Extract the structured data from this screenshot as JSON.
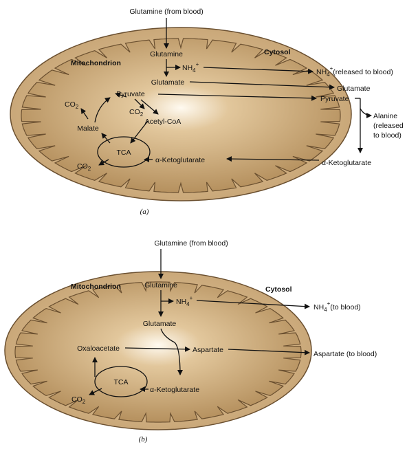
{
  "panel_a": {
    "caption": "(a)",
    "mitochondrion_label": "Mitochondrion",
    "cytosol_label": "Cytosol",
    "glutamine_blood": "Glutamine (from blood)",
    "glutamine": "Glutamine",
    "nh4_inner": "NH",
    "nh4_inner_sub": "4",
    "nh4_inner_sup": "+",
    "nh4_outer": "NH",
    "nh4_outer_sub": "4",
    "nh4_outer_sup": "+",
    "nh4_outer_suffix": "(released to blood)",
    "glutamate_inner": "Glutamate",
    "glutamate_outer": "Glutamate",
    "pyruvate_inner": "Pyruvate",
    "pyruvate_outer": "Pyruvate",
    "co2_1": "CO",
    "co2_2": "CO",
    "co2_3": "CO",
    "co2_sub": "2",
    "malate": "Malate",
    "acetyl_coa": "Acetyl-CoA",
    "tca": "TCA",
    "akg_inner": "α-Ketoglutarate",
    "akg_outer": "α-Ketoglutarate",
    "alanine_1": "Alanine",
    "alanine_2": "(released",
    "alanine_3": "to blood)"
  },
  "panel_b": {
    "caption": "(b)",
    "mitochondrion_label": "Mitochondrion",
    "cytosol_label": "Cytosol",
    "glutamine_blood": "Glutamine (from blood)",
    "glutamine": "Glutamine",
    "nh4_inner": "NH",
    "nh4_inner_sub": "4",
    "nh4_inner_sup": "+",
    "nh4_outer": "NH",
    "nh4_outer_sub": "4",
    "nh4_outer_sup": "+",
    "nh4_outer_suffix": "(to blood)",
    "glutamate": "Glutamate",
    "oxaloacetate": "Oxaloacetate",
    "aspartate_inner": "Aspartate",
    "aspartate_outer": "Aspartate (to blood)",
    "tca": "TCA",
    "co2": "CO",
    "co2_sub": "2",
    "akg": "α-Ketoglutarate"
  },
  "colors": {
    "outer_membrane": "#c9a878",
    "inner_membrane": "#b8925e",
    "matrix_center": "#fff8e8",
    "ink": "#111111"
  }
}
